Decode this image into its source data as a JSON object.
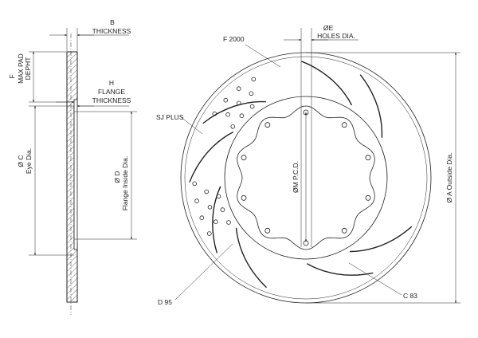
{
  "labels": {
    "b_letter": "B",
    "b_text": "THICKNESS",
    "e_letter": "ØE",
    "e_text": "HOLES DIA.",
    "f2000": "F 2000",
    "f_letter": "F",
    "f_line1": "MAX PAD",
    "f_line2": "DEPHT",
    "h_letter": "H",
    "h_line1": "FLANGE",
    "h_line2": "THICKNESS",
    "sj_plus": "SJ PLUS",
    "c_letter": "Ø C",
    "c_text": "Eye Dia.",
    "d_letter": "Ø D",
    "d_text": "Flange Inside Dia.",
    "m_text": "ØM  P.C.D.",
    "a_text": "Ø A Outside Dia.",
    "d95": "D 95",
    "c83": "C 83"
  },
  "drawing": {
    "bolt_holes": 10,
    "flange_lobes": 10,
    "slots": 8,
    "drill_holes_per_group": 10,
    "drill_groups": 2
  }
}
